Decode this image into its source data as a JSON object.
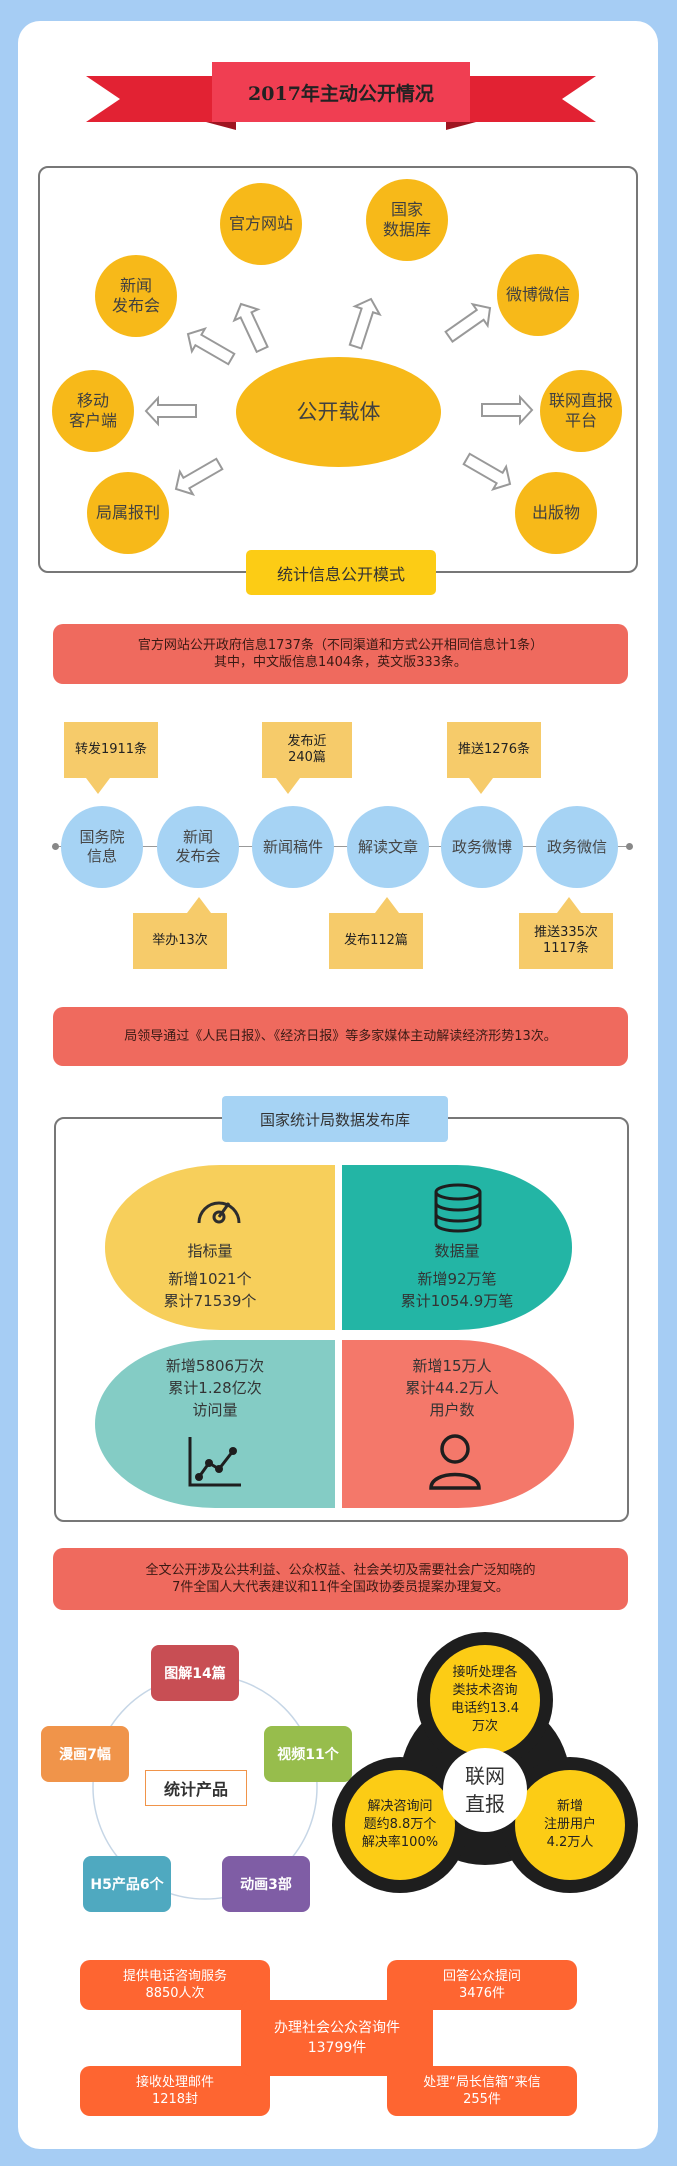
{
  "banner": {
    "title": "2017年主动公开情况"
  },
  "carriers": {
    "center": "公开载体",
    "nodes": [
      "官方网站",
      "国家\n数据库",
      "微博微信",
      "联网直报\n平台",
      "出版物",
      "局属报刊",
      "移动\n客户端",
      "新闻\n发布会"
    ],
    "footer": "统计信息公开模式"
  },
  "gov_info": {
    "text": "官方网站公开政府信息1737条（不同渠道和方式公开相同信息计1条）\n其中，中文版信息1404条，英文版333条。"
  },
  "channels": {
    "items": [
      "国务院\n信息",
      "新闻\n发布会",
      "新闻稿件",
      "解读文章",
      "政务微博",
      "政务微信"
    ],
    "callouts_top": [
      "转发1911条",
      "发布近\n240篇",
      "推送1276条"
    ],
    "callouts_bottom": [
      "举办13次",
      "发布112篇",
      "推送335次\n1117条"
    ]
  },
  "media": {
    "text": "局领导通过《人民日报》、《经济日报》等多家媒体主动解读经济形势13次。"
  },
  "database": {
    "title": "国家统计局数据发布库",
    "indicators": {
      "title": "指标量",
      "line1": "新增1021个",
      "line2": "累计71539个"
    },
    "data": {
      "title": "数据量",
      "line1": "新增92万笔",
      "line2": "累计1054.9万笔"
    },
    "visits": {
      "line1": "新增5806万次",
      "line2": "累计1.28亿次",
      "title": "访问量"
    },
    "users": {
      "line1": "新增15万人",
      "line2": "累计44.2万人",
      "title": "用户数"
    },
    "colors": {
      "indicators": "#f7cf5b",
      "data": "#23b5a5",
      "visits": "#84ccc5",
      "users": "#f4786a"
    }
  },
  "proposals": {
    "text": "全文公开涉及公共利益、公众权益、社会关切及需要社会广泛知晓的\n7件全国人大代表建议和11件全国政协委员提案办理复文。"
  },
  "products": {
    "center": "统计产品",
    "items": [
      {
        "label": "图解14篇",
        "color": "#c84e54"
      },
      {
        "label": "视频11个",
        "color": "#97bd4c"
      },
      {
        "label": "动画3部",
        "color": "#7f5da5"
      },
      {
        "label": "H5产品6个",
        "color": "#4fa9c0"
      },
      {
        "label": "漫画7幅",
        "color": "#f0944a"
      }
    ]
  },
  "direct": {
    "center": "联网\n直报",
    "top": "接听处理各\n类技术咨询\n电话约13.4\n万次",
    "left": "解决咨询问\n题约8.8万个\n解决率100%",
    "right": "新增\n注册用户\n4.2万人"
  },
  "consult": {
    "center": "办理社会公众咨询件\n13799件",
    "tl": "提供电话咨询服务\n8850人次",
    "tr": "回答公众提问\n3476件",
    "bl": "接收处理邮件\n1218封",
    "br": "处理“局长信箱”来信\n255件"
  }
}
